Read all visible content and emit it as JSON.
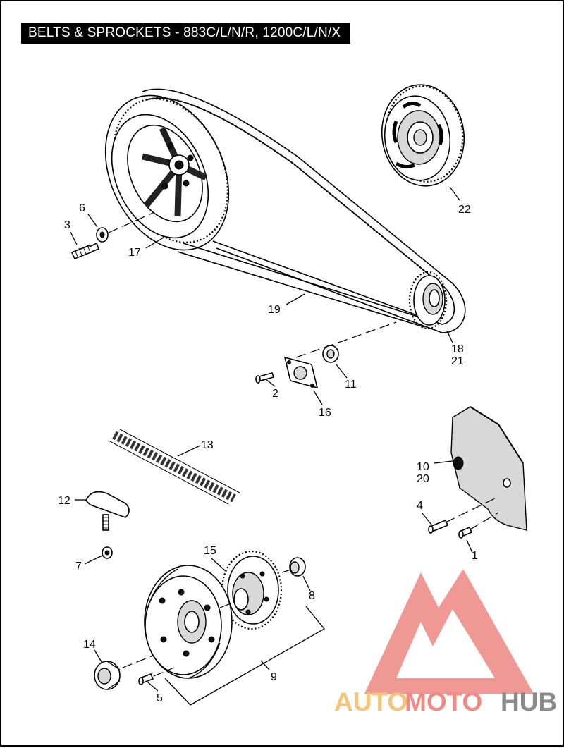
{
  "title": "BELTS & SPROCKETS - 883C/L/N/R, 1200C/L/N/X",
  "callouts": {
    "c1": "1",
    "c2": "2",
    "c3": "3",
    "c4": "4",
    "c5": "5",
    "c6": "6",
    "c7": "7",
    "c8": "8",
    "c9": "9",
    "c10": "10",
    "c20": "20",
    "c11": "11",
    "c12": "12",
    "c13": "13",
    "c14": "14",
    "c15": "15",
    "c16": "16",
    "c17": "17",
    "c18": "18",
    "c21": "21",
    "c19": "19",
    "c22": "22"
  },
  "watermark": {
    "text_auto": "AUTO",
    "text_moto": "MOTO",
    "text_hub": "HUB",
    "colors": {
      "auto": "#f5c37a",
      "moto": "#f08a84",
      "hub": "#8a8a8a",
      "mark": "#ef8f8a"
    }
  }
}
